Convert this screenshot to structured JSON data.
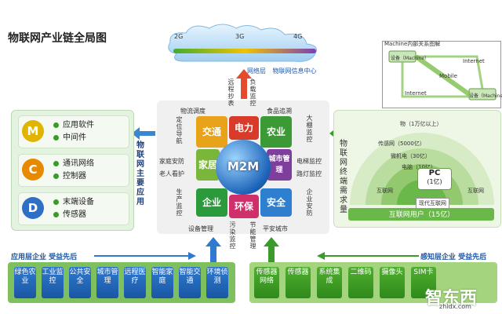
{
  "title": "物联网产业链全局图",
  "network": {
    "gens": [
      "2G",
      "3G",
      "4G"
    ],
    "caption_left": "网络层",
    "caption_right": "物联网信息中心"
  },
  "left_panel": {
    "rows": [
      {
        "badge": "M",
        "color": "#e0b400",
        "items": [
          "应用软件",
          "中间件"
        ]
      },
      {
        "badge": "C",
        "color": "#e88a00",
        "items": [
          "通讯网络",
          "控制器"
        ]
      },
      {
        "badge": "D",
        "color": "#2f6fc4",
        "items": [
          "末端设备",
          "传感器"
        ]
      }
    ],
    "side_label": "物联网主要应用"
  },
  "puzzle": {
    "center": "M2M",
    "pieces": [
      "交通",
      "电力",
      "农业",
      "家居",
      "城市管理",
      "企业",
      "环保",
      "安全"
    ],
    "labels": {
      "top_left": "物流调度",
      "top_right": "食品追溯",
      "left_top": "定位导航",
      "left_mid1": "家庭安防",
      "left_mid2": "老人看护",
      "left_bottom": "生产监控",
      "bottom_left": "设备管理",
      "bottom_right": "平安城市",
      "right_top": "大棚监控",
      "right_mid1": "电梯监控",
      "right_mid2": "路灯监控",
      "right_bottom": "企业安防",
      "v_top1": "远程抄表",
      "v_top2": "负载监控",
      "v_bottom1": "污染监控",
      "v_bottom2": "节能管理"
    }
  },
  "right_panel": {
    "side_label": "物联网终端需求量",
    "machine_title": "Machine内部关系图解",
    "machine_nodes": [
      "设备（Machine）",
      "Internet",
      "Mobile",
      "Internet",
      "设备（Machine）"
    ],
    "rings": [
      "物（1万亿以上）",
      "传感网（5000亿）",
      "微机电（30亿）",
      "电脑（10亿）"
    ],
    "pc_label": "PC",
    "pc_sub": "(1亿)",
    "bottom_bar": "互联网用户（15亿）",
    "pc_items": [
      "现代互联网"
    ],
    "mini_labels": [
      "互联网",
      "互联网"
    ]
  },
  "bottom": {
    "left_caption": "应用层企业  受益先后",
    "right_caption": "感知层企业  受益先后",
    "left_cells": [
      "绿色农业",
      "工业监控",
      "公共安全",
      "城市管理",
      "远程医疗",
      "智能家庭",
      "智能交通",
      "环境侦测"
    ],
    "right_cells": [
      "传感器网络",
      "传感器",
      "系统集成",
      "二维码",
      "摄像头",
      "SIM卡"
    ]
  },
  "watermark": {
    "main": "智东西",
    "sub": "zhidx.com"
  }
}
